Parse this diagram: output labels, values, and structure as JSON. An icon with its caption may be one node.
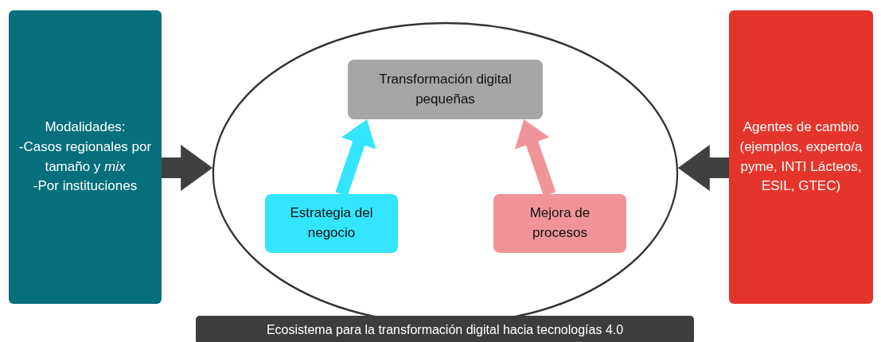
{
  "diagram": {
    "nodes": [
      {
        "text": [
          "Modalidades:",
          "-Casos regionales por tamaño y *mix*",
          "-Por instituciones"
        ]
      },
      {
        "text": [],
        "shape": "ellipse"
      },
      {
        "text": [
          "Transformación digital pequeñas"
        ],
        "in": 1
      },
      {
        "text": [
          "Estrategia del negocio"
        ],
        "in": 1
      },
      {
        "text": [
          "Mejora de procesos"
        ],
        "in": 1
      },
      {
        "text": [
          "Agentes de cambio (ejemplos, experto/a pyme, INTI Lácteos, ESIL, GTEC)"
        ]
      },
      {
        "text": [
          "Ecosistema para la transformación digital hacia tecnologías 4.0"
        ]
      }
    ],
    "edges": [
      {
        "from": 0,
        "to": 1,
        "arrow": "to",
        "color": "#404040"
      },
      {
        "from": 5,
        "to": 1,
        "arrow": "to",
        "color": "#404040"
      },
      {
        "from": 3,
        "to": 2,
        "arrow": "to",
        "color": "#33e5fd"
      },
      {
        "from": 4,
        "to": 2,
        "arrow": "to",
        "color": "#f09497"
      }
    ]
  }
}
